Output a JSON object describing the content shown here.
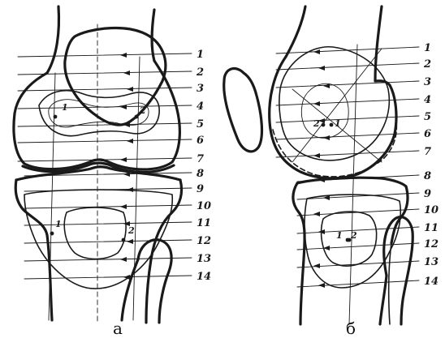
{
  "panels": [
    {
      "caption": "а",
      "levels": [
        "1",
        "2",
        "3",
        "4",
        "5",
        "6",
        "7",
        "8",
        "9",
        "10",
        "11",
        "12",
        "13",
        "14"
      ],
      "points": [
        "1",
        "2",
        "1",
        "2"
      ]
    },
    {
      "caption": "б",
      "levels": [
        "1",
        "2",
        "3",
        "4",
        "5",
        "6",
        "7",
        "8",
        "9",
        "10",
        "11",
        "12",
        "13",
        "14"
      ],
      "points": [
        "2",
        "1",
        "1",
        "2"
      ]
    }
  ]
}
